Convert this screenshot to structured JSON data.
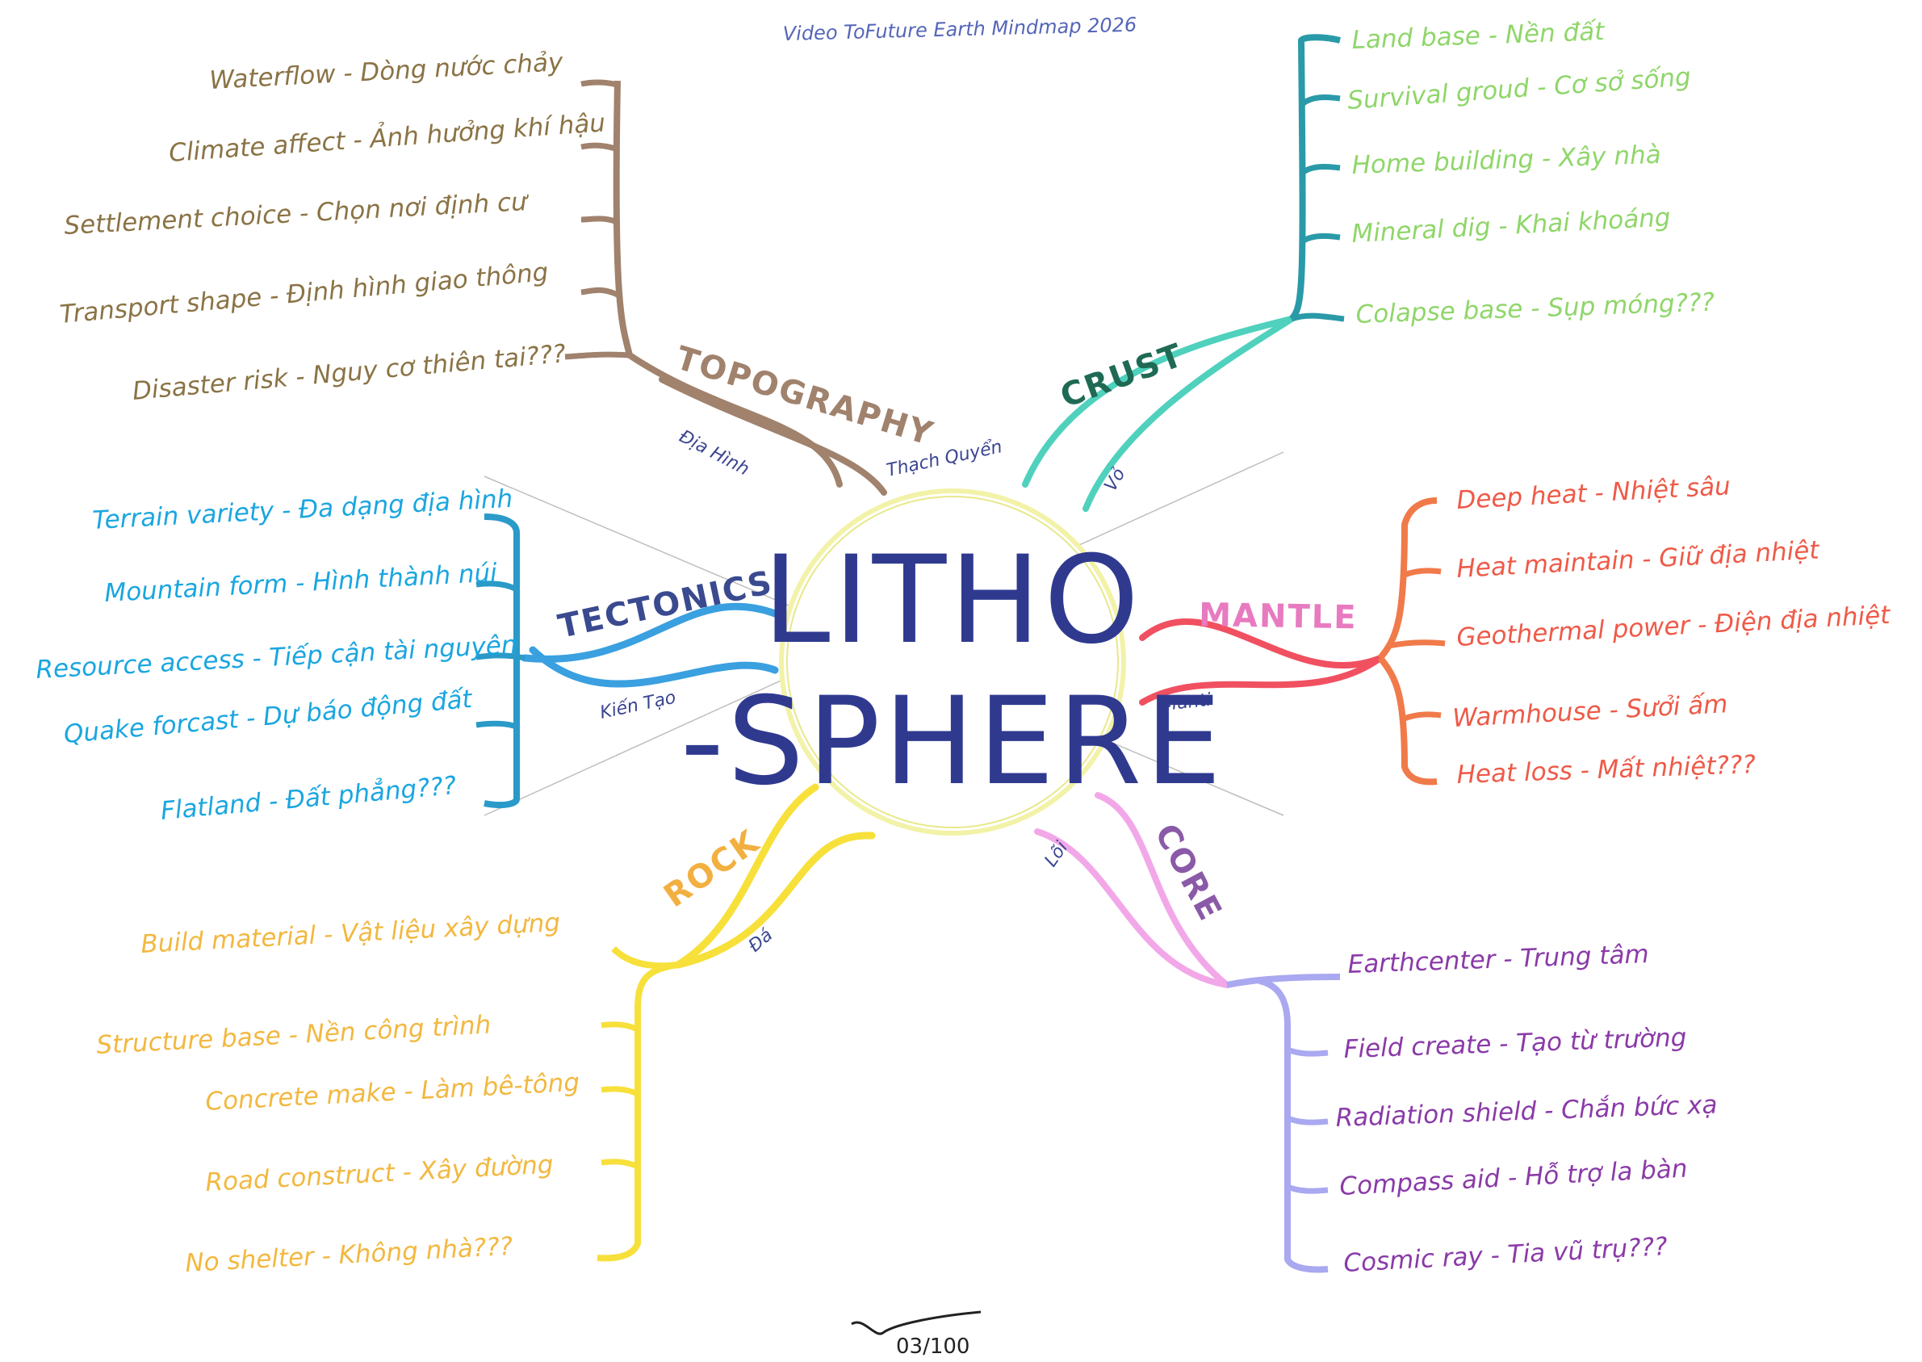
{
  "header": "Video ToFuture Earth Mindmap 2026",
  "center": {
    "line1": "LITHO",
    "line2": "-SPHERE"
  },
  "page_number": "03/100",
  "branches": {
    "topography": {
      "label": "TOPOGRAPHY",
      "viet": "Địa Hình",
      "color": "#a0826d",
      "leaf_color": "#8a7345",
      "items": [
        "Waterflow - Dòng nước chảy",
        "Climate affect - Ảnh hưởng khí hậu",
        "Settlement choice - Chọn nơi định cư",
        "Transport shape - Định hình giao thông",
        "Disaster risk - Nguy cơ thiên tai???"
      ]
    },
    "crust": {
      "label": "CRUST",
      "viet": "Vỏ",
      "viet2": "Thạch Quyển",
      "color": "#2ab0a8",
      "label_color": "#1f6a55",
      "leaf_color": "#8fd66a",
      "items": [
        "Land base - Nền đất",
        "Survival groud - Cơ sở sống",
        "Home building - Xây nhà",
        "Mineral dig - Khai khoáng",
        "Colapse base - Sụp móng???"
      ]
    },
    "tectonics": {
      "label": "TECTONICS",
      "viet": "Kiến Tạo",
      "color": "#3aa0e0",
      "label_color": "#3a4a8f",
      "leaf_color": "#1aa6e0",
      "items": [
        "Terrain variety - Đa dạng địa hình",
        "Mountain form - Hình thành núi",
        "Resource access - Tiếp cận tài nguyên",
        "Quake forcast - Dự báo động đất",
        "Flatland - Đất phẳng???"
      ]
    },
    "mantle": {
      "label": "MANTLE",
      "viet": "Manti",
      "color": "#f07a4a",
      "label_color": "#e87ac0",
      "leaf_color": "#ee5a48",
      "items": [
        "Deep heat - Nhiệt sâu",
        "Heat maintain - Giữ địa nhiệt",
        "Geothermal power - Điện địa nhiệt",
        "Warmhouse - Sưởi ấm",
        "Heat loss - Mất nhiệt???"
      ]
    },
    "rock": {
      "label": "ROCK",
      "viet": "Đá",
      "color": "#f7e03a",
      "label_color": "#f2b040",
      "leaf_color": "#f2b840",
      "items": [
        "Build material - Vật liệu xây dựng",
        "Structure base - Nền công trình",
        "Concrete make - Làm bê-tông",
        "Road construct - Xây đường",
        "No shelter - Không nhà???"
      ]
    },
    "core": {
      "label": "CORE",
      "viet": "Lõi",
      "color": "#a9a8f0",
      "label_color": "#8a5aa8",
      "leaf_color": "#8a3aa8",
      "items": [
        "Earthcenter - Trung tâm",
        "Field create - Tạo từ trường",
        "Radiation shield - Chắn bức xạ",
        "Compass aid - Hỗ trợ la bàn",
        "Cosmic ray - Tia vũ trụ???"
      ]
    }
  }
}
